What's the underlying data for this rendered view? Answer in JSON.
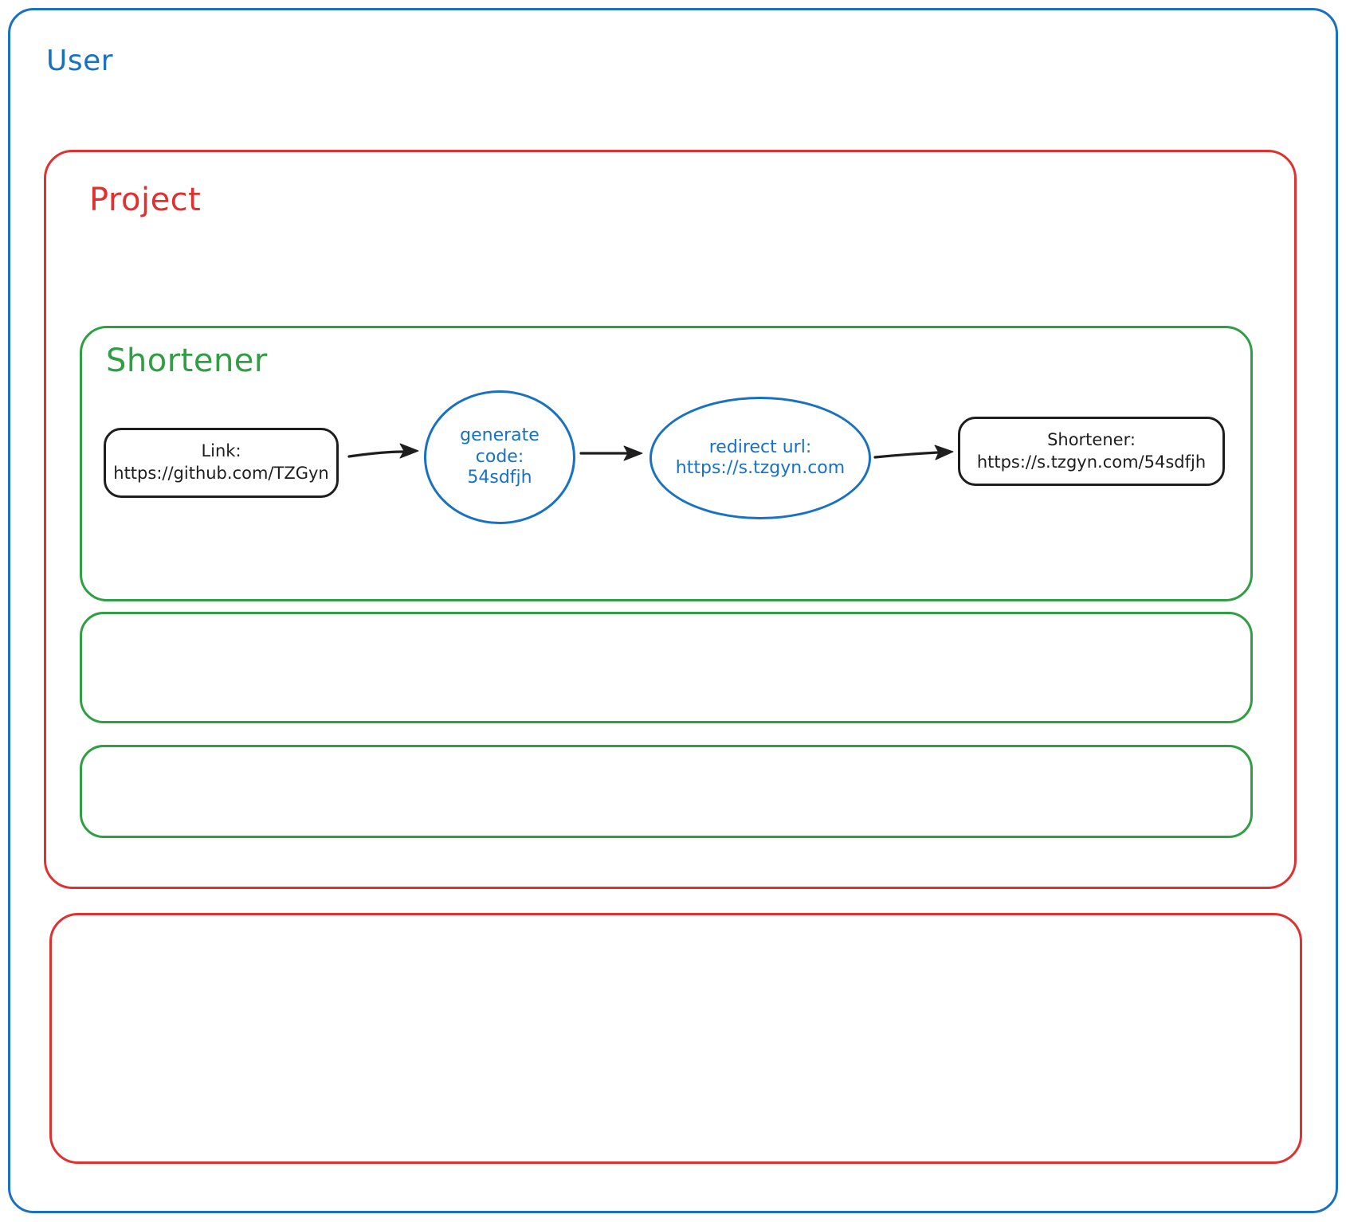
{
  "diagram": {
    "user_label": "User",
    "project_label": "Project",
    "shortener_label": "Shortener",
    "nodes": {
      "link": {
        "lines": [
          "Link:",
          "https://github.com/TZGyn"
        ]
      },
      "generate_code": {
        "lines": [
          "generate",
          "code:",
          "54sdfjh"
        ]
      },
      "redirect_url": {
        "lines": [
          "redirect url:",
          "https://s.tzgyn.com"
        ]
      },
      "shortener_result": {
        "lines": [
          "Shortener:",
          "https://s.tzgyn.com/54sdfjh"
        ]
      }
    },
    "colors": {
      "blue": "#1971c2",
      "red": "#e03131",
      "green": "#2f9e44",
      "ink": "#1e1e1e",
      "background": "#ffffff"
    }
  }
}
